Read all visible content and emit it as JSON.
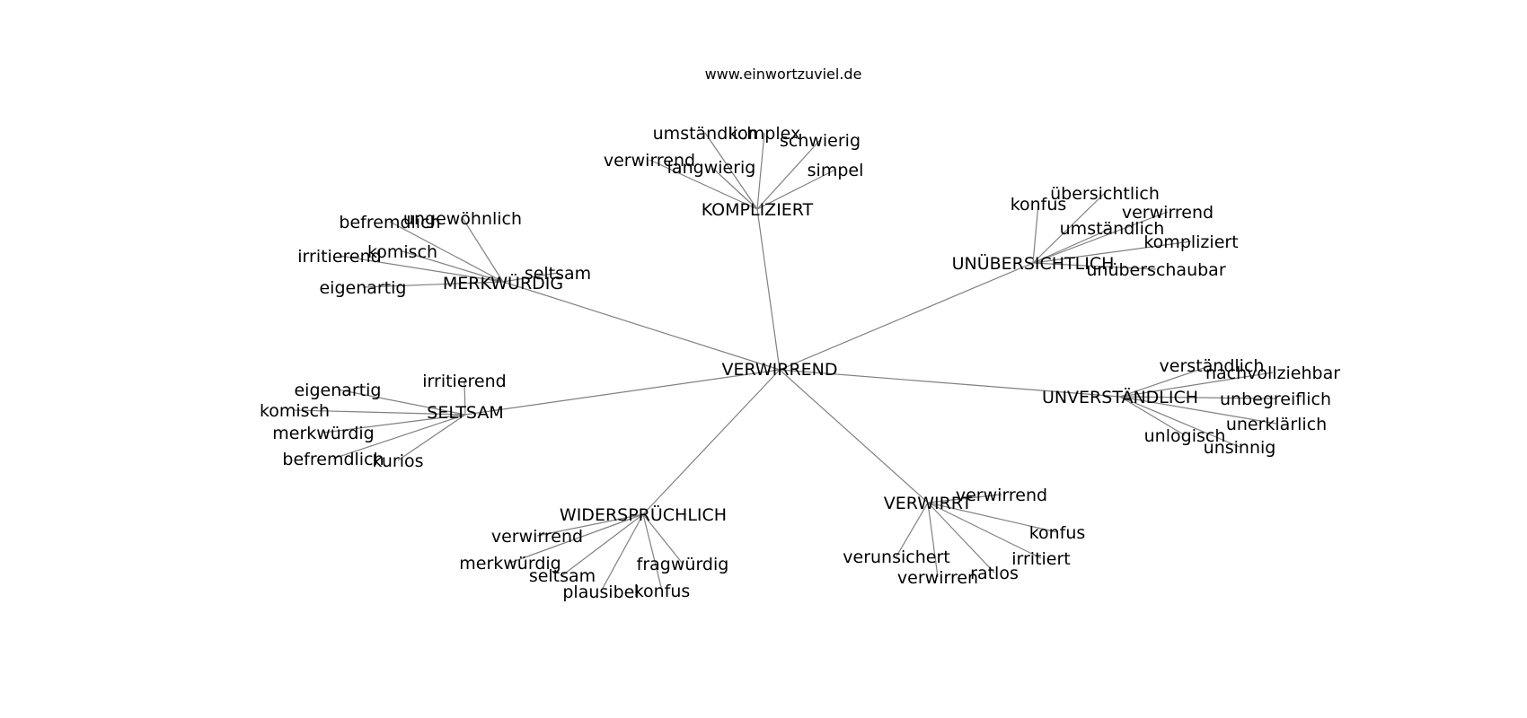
{
  "site": "www.einwortzuviel.de",
  "center": "VERWIRREND",
  "branches": [
    {
      "label": "KOMPLIZIERT",
      "leaves": [
        "umständlich",
        "komplex",
        "schwierig",
        "verwirrend",
        "langwierig",
        "simpel"
      ]
    },
    {
      "label": "MERKWÜRDIG",
      "leaves": [
        "befremdlich",
        "ungewöhnlich",
        "komisch",
        "irritierend",
        "eigenartig",
        "seltsam"
      ]
    },
    {
      "label": "UNÜBERSICHTLICH",
      "leaves": [
        "konfus",
        "übersichtlich",
        "verwirrend",
        "umständlich",
        "kompliziert",
        "unüberschaubar"
      ]
    },
    {
      "label": "SELTSAM",
      "leaves": [
        "irritierend",
        "eigenartig",
        "komisch",
        "merkwürdig",
        "befremdlich",
        "kurios"
      ]
    },
    {
      "label": "UNVERSTÄNDLICH",
      "leaves": [
        "verständlich",
        "nachvollziehbar",
        "unbegreiflich",
        "unerklärlich",
        "unlogisch",
        "unsinnig"
      ]
    },
    {
      "label": "WIDERSPRÜCHLICH",
      "leaves": [
        "verwirrend",
        "merkwürdig",
        "seltsam",
        "plausibel",
        "konfus",
        "fragwürdig"
      ]
    },
    {
      "label": "VERWIRRT",
      "leaves": [
        "verwirrend",
        "konfus",
        "irritiert",
        "ratlos",
        "verwirren",
        "verunsichert"
      ]
    }
  ],
  "colors": {
    "edge": "#808080",
    "text": "#000000",
    "background": "#ffffff"
  }
}
